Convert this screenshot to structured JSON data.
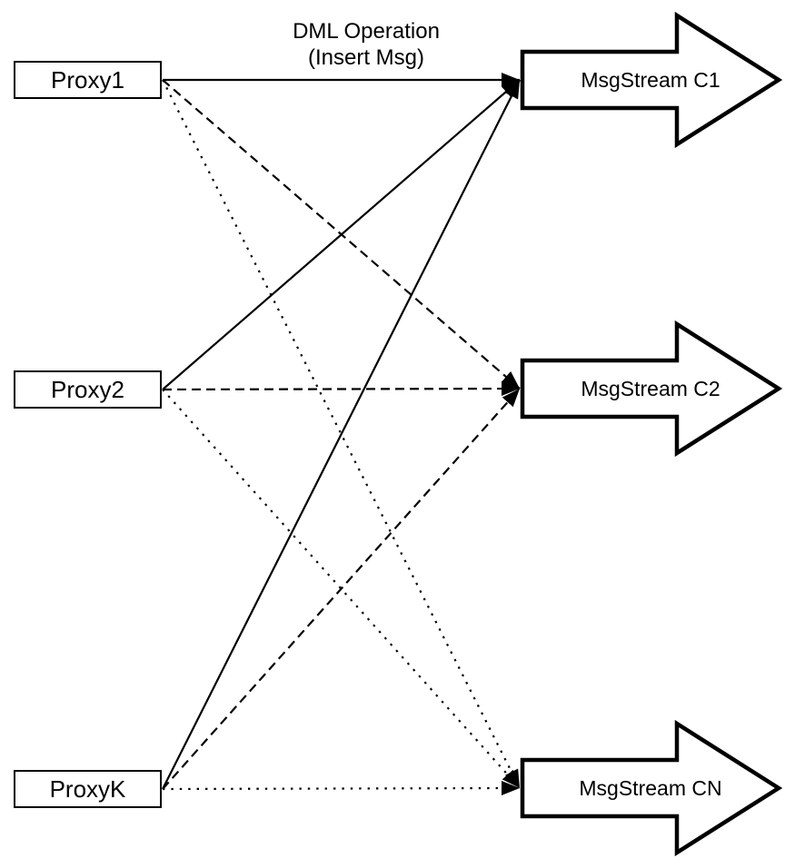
{
  "title": {
    "line1": "DML Operation",
    "line2": "(Insert Msg)"
  },
  "proxies": [
    {
      "id": "proxy1",
      "label": "Proxy1"
    },
    {
      "id": "proxy2",
      "label": "Proxy2"
    },
    {
      "id": "proxyk",
      "label": "ProxyK"
    }
  ],
  "streams": [
    {
      "id": "c1",
      "label": "MsgStream C1"
    },
    {
      "id": "c2",
      "label": "MsgStream C2"
    },
    {
      "id": "cn",
      "label": "MsgStream CN"
    }
  ],
  "edges": [
    {
      "from": "proxy1",
      "to": "c1",
      "style": "solid"
    },
    {
      "from": "proxy2",
      "to": "c1",
      "style": "solid"
    },
    {
      "from": "proxyk",
      "to": "c1",
      "style": "solid"
    },
    {
      "from": "proxy1",
      "to": "c2",
      "style": "dashed"
    },
    {
      "from": "proxy2",
      "to": "c2",
      "style": "dashed"
    },
    {
      "from": "proxyk",
      "to": "c2",
      "style": "dashed"
    },
    {
      "from": "proxy1",
      "to": "cn",
      "style": "dotted"
    },
    {
      "from": "proxy2",
      "to": "cn",
      "style": "dotted"
    },
    {
      "from": "proxyk",
      "to": "cn",
      "style": "dotted"
    }
  ],
  "colors": {
    "stroke": "#000000",
    "fill": "#ffffff",
    "background": "#ffffff"
  }
}
